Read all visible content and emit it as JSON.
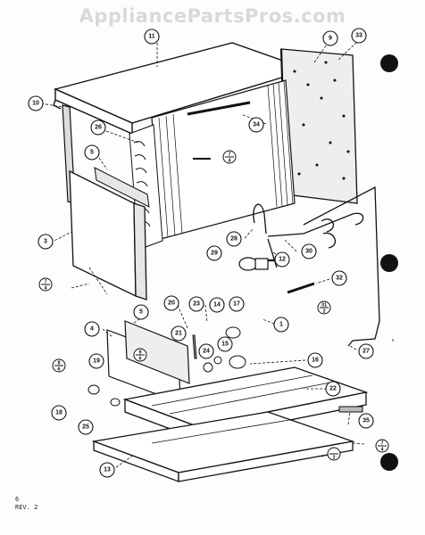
{
  "watermark": "AppliancePartsPros.com",
  "revision": {
    "line1": "6",
    "line2": "REV. 2"
  },
  "callouts": [
    "11",
    "9",
    "33",
    "10",
    "26",
    "34",
    "5",
    "3",
    "28",
    "29",
    "12",
    "30",
    "32",
    "7/4",
    "4",
    "5",
    "20",
    "23",
    "14",
    "17",
    "31/2",
    "1",
    "19",
    "21",
    "24",
    "15",
    "8/6",
    "16",
    "27",
    "22",
    "18",
    "25",
    "35",
    "13",
    "2",
    "7/4"
  ],
  "fractions": [
    {
      "num": "7",
      "den": "4"
    },
    {
      "num": "8",
      "den": "6"
    },
    {
      "num": "31",
      "den": "2"
    },
    {
      "num": "",
      "den": "2"
    }
  ]
}
